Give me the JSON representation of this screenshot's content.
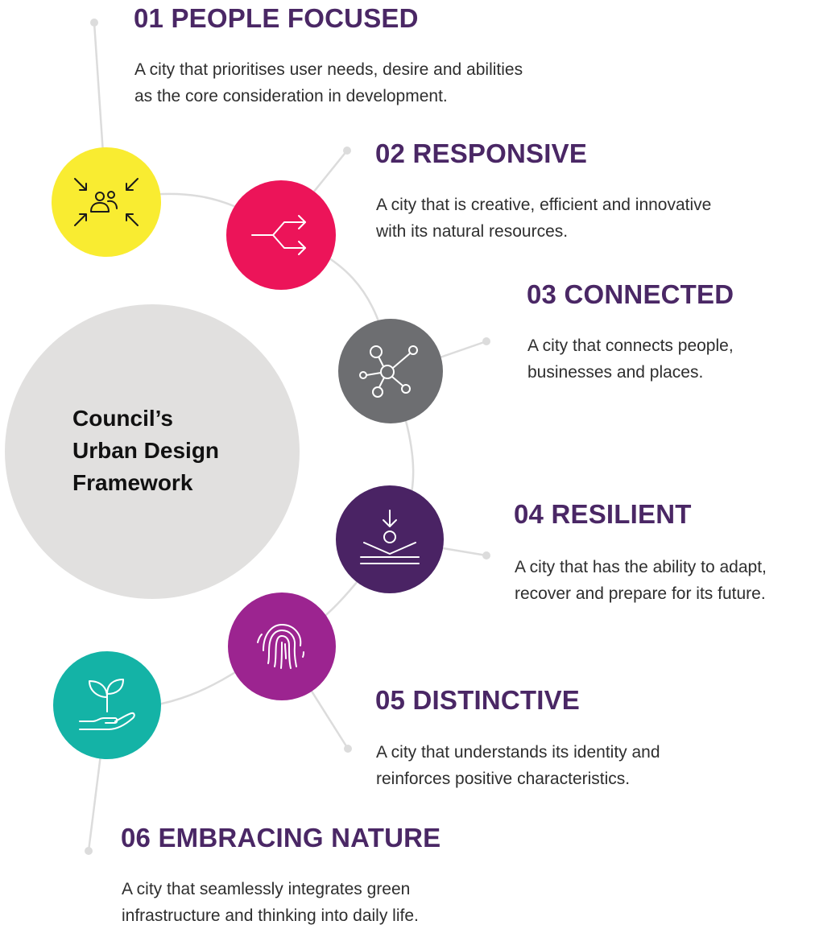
{
  "center": {
    "line1": "Council’s",
    "line2": "Urban Design",
    "line3": "Framework"
  },
  "items": [
    {
      "title": "01 PEOPLE FOCUSED",
      "line1": "A city that prioritises user needs, desire and abilities",
      "line2": "as the core consideration in development.",
      "color": "#f9ec31",
      "icon": "people-focus-icon"
    },
    {
      "title": "02 RESPONSIVE",
      "line1": "A city that is creative, efficient and innovative",
      "line2": "with its natural resources.",
      "color": "#ec1459",
      "icon": "split-arrows-icon"
    },
    {
      "title": "03 CONNECTED",
      "line1": "A city that connects people,",
      "line2": "businesses and places.",
      "color": "#6d6e71",
      "icon": "network-nodes-icon"
    },
    {
      "title": "04 RESILIENT",
      "line1": "A city that has the ability to adapt,",
      "line2": "recover and prepare for its future.",
      "color": "#4a2364",
      "icon": "drop-absorb-icon"
    },
    {
      "title": "05 DISTINCTIVE",
      "line1": "A city that understands its identity and",
      "line2": "reinforces positive characteristics.",
      "color": "#9c2490",
      "icon": "fingerprint-icon"
    },
    {
      "title": "06 EMBRACING NATURE",
      "line1": "A city that seamlessly integrates green",
      "line2": "infrastructure and thinking into daily life.",
      "color": "#14b3a6",
      "icon": "hand-sprout-icon"
    }
  ],
  "colors": {
    "title": "#4a2765",
    "connector": "#dcdcdc",
    "center": "#e1e0df"
  }
}
